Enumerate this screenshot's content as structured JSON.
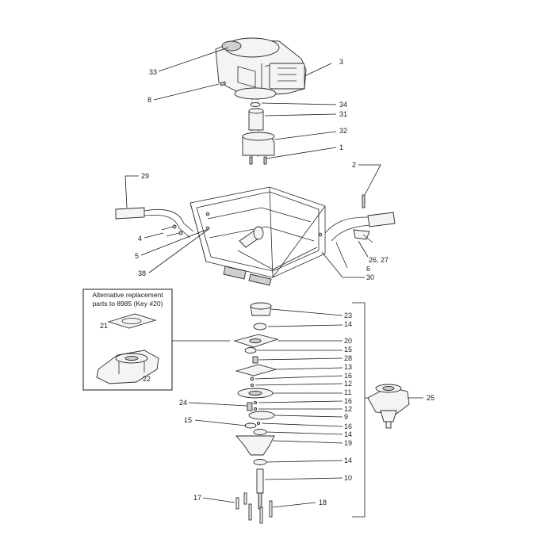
{
  "inset": {
    "note_line1": "Alternative replacement",
    "note_line2": "parts to 8985 (Key #20)"
  },
  "keys": {
    "k1": "1",
    "k2": "2",
    "k3": "3",
    "k4": "4",
    "k5": "5",
    "k6": "6",
    "k8": "8",
    "k9": "9",
    "k10": "10",
    "k11": "11",
    "k12a": "12",
    "k12b": "12",
    "k13": "13",
    "k14a": "14",
    "k14b": "14",
    "k14c": "14",
    "k15a": "15",
    "k15b": "15",
    "k16a": "16",
    "k16b": "16",
    "k16c": "16",
    "k17": "17",
    "k18": "18",
    "k19": "19",
    "k20": "20",
    "k21": "21",
    "k22": "22",
    "k23": "23",
    "k24": "24",
    "k25": "25",
    "k2627": "26, 27",
    "k28": "28",
    "k29": "29",
    "k30": "30",
    "k31": "31",
    "k32": "32",
    "k33": "33",
    "k34": "34",
    "k38": "38"
  }
}
